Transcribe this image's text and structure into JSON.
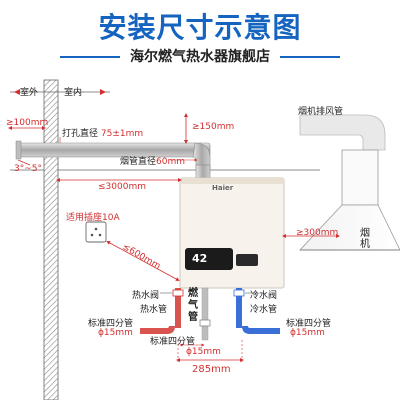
{
  "header": {
    "title": "安装尺寸示意图",
    "subtitle": "海尔燃气热水器旗舰店"
  },
  "labels": {
    "outdoor": "室外",
    "indoor": "室内",
    "exhaust_pipe": "烟机排风管",
    "dim_100": "≥100mm",
    "drill_hole": "打孔直径",
    "drill_value": "75±1mm",
    "dim_150": "≥150mm",
    "flue_diameter": "烟管直径",
    "flue_value": "60mm",
    "angle": "3°~5°",
    "dim_3000": "≤3000mm",
    "socket": "适用插座10A",
    "dim_600": "≤600mm",
    "dim_300": "≥300mm",
    "range_hood": "烟机",
    "brand": "Haier",
    "display": "42",
    "hot_valve": "热水阀",
    "hot_pipe": "热水管",
    "gas_pipe": "燃气管",
    "cold_valve": "冷水阀",
    "cold_pipe": "冷水管",
    "std_pipe_left": "标准四分管",
    "phi_left": "ϕ15mm",
    "std_pipe_mid": "标准四分管",
    "phi_mid": "ϕ15mm",
    "std_pipe_right": "标准四分管",
    "phi_right": "ϕ15mm",
    "dim_285": "285mm"
  },
  "colors": {
    "accent": "#1565c0",
    "dimension": "#d32f2f",
    "hot": "#d9534f",
    "cold": "#3a6fd8"
  }
}
